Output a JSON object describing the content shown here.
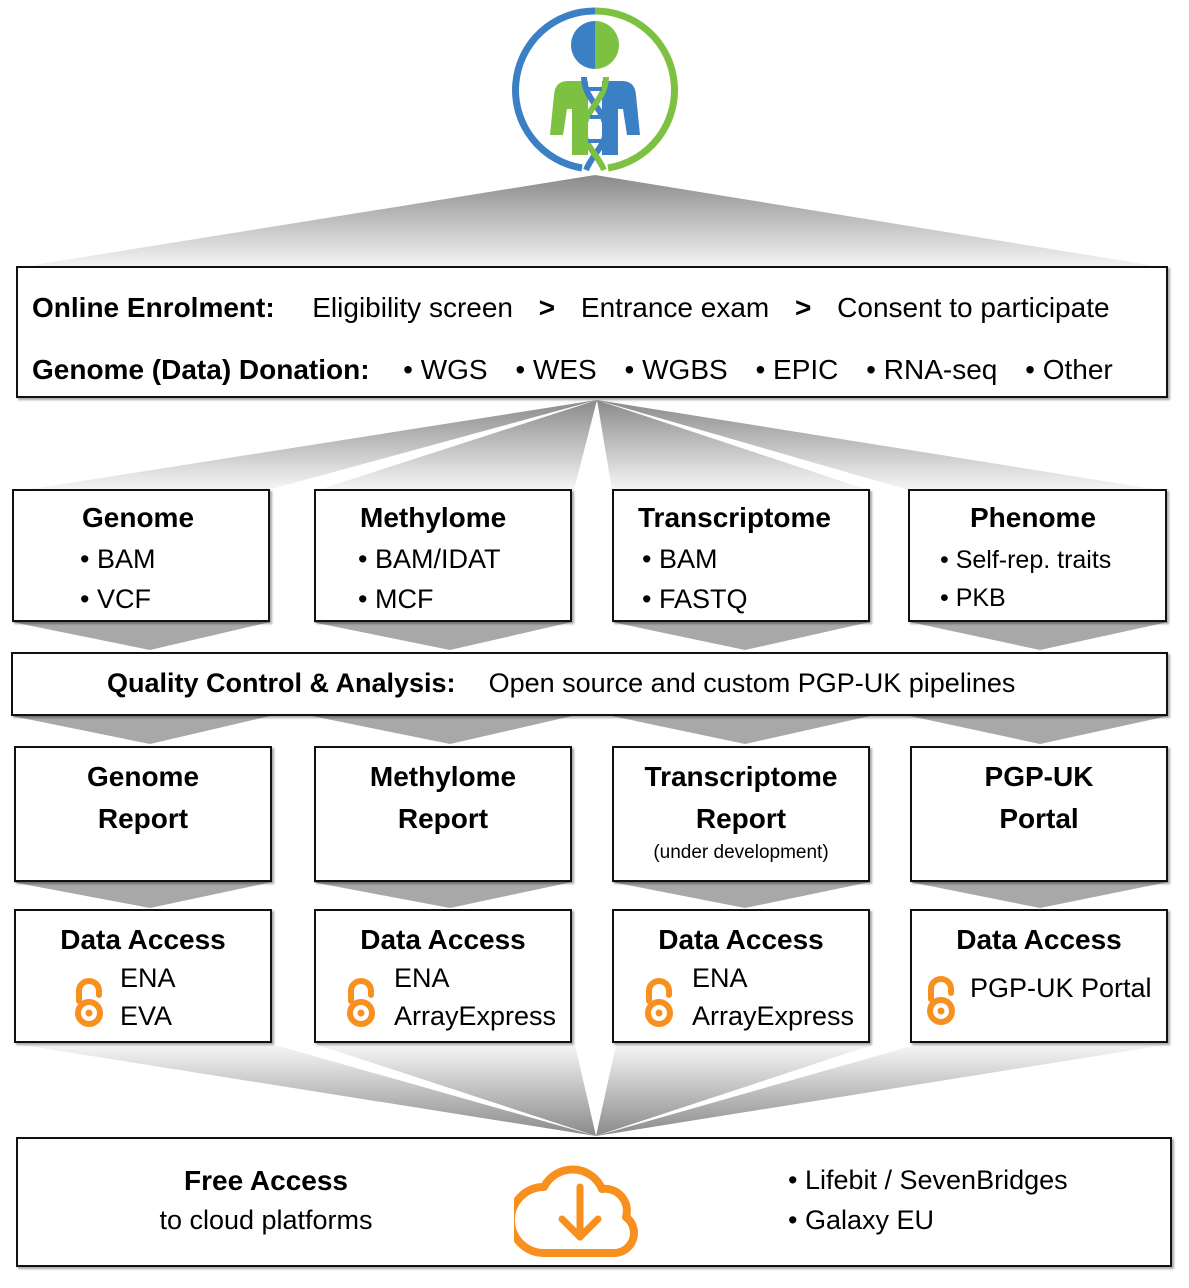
{
  "logo": {
    "name": "pgp-uk-logo",
    "colors": {
      "blue": "#3b7fc4",
      "green": "#7dc143"
    }
  },
  "enrolment": {
    "label": "Online Enrolment:",
    "steps": [
      "Eligibility screen",
      "Entrance exam",
      "Consent to participate"
    ],
    "separator": ">"
  },
  "donation": {
    "label": "Genome (Data) Donation:",
    "items": [
      "• WGS",
      "• WES",
      "• WGBS",
      "• EPIC",
      "• RNA-seq",
      "• Other"
    ]
  },
  "data_types": [
    {
      "title": "Genome",
      "items": [
        "• BAM",
        "• VCF"
      ]
    },
    {
      "title": "Methylome",
      "items": [
        "• BAM/IDAT",
        "• MCF"
      ]
    },
    {
      "title": "Transcriptome",
      "items": [
        "• BAM",
        "• FASTQ"
      ]
    },
    {
      "title": "Phenome",
      "items": [
        "• Self-rep. traits",
        "• PKB"
      ]
    }
  ],
  "qc": {
    "label": "Quality Control & Analysis:",
    "text": "Open source and custom PGP-UK pipelines"
  },
  "reports": [
    {
      "line1": "Genome",
      "line2": "Report",
      "note": ""
    },
    {
      "line1": "Methylome",
      "line2": "Report",
      "note": ""
    },
    {
      "line1": "Transcriptome",
      "line2": "Report",
      "note": "(under development)"
    },
    {
      "line1": "PGP-UK",
      "line2": "Portal",
      "note": ""
    }
  ],
  "data_access": [
    {
      "title": "Data Access",
      "items": [
        "ENA",
        "EVA"
      ]
    },
    {
      "title": "Data Access",
      "items": [
        "ENA",
        "ArrayExpress"
      ]
    },
    {
      "title": "Data Access",
      "items": [
        "ENA",
        "ArrayExpress"
      ]
    },
    {
      "title": "Data Access",
      "items": [
        "PGP-UK Portal"
      ]
    }
  ],
  "free_access": {
    "title": "Free Access",
    "subtitle": "to cloud platforms",
    "platforms": [
      "• Lifebit / SevenBridges",
      "• Galaxy EU"
    ]
  },
  "colors": {
    "accent_orange": "#f7901e",
    "arrow_gray": "#a8a8a8"
  }
}
